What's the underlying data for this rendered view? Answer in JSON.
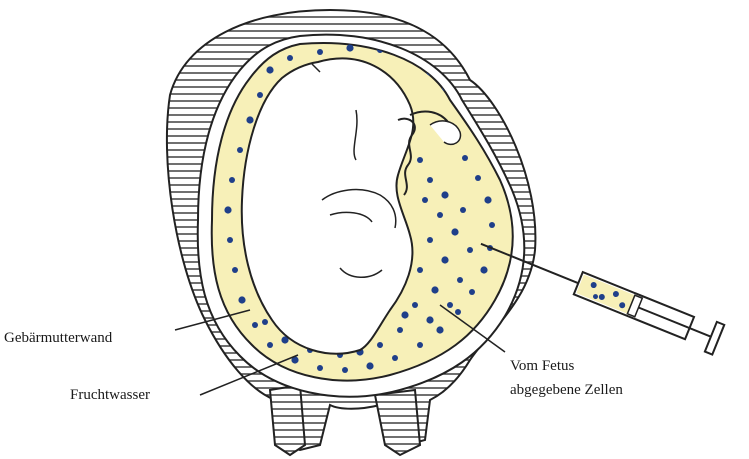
{
  "labels": {
    "uterine_wall": "Gebärmutterwand",
    "amniotic_fluid": "Fruchtwasser",
    "fetal_cells_line1": "Vom Fetus",
    "fetal_cells_line2": "abgegebene Zellen"
  },
  "colors": {
    "fluid": "#f7f0b8",
    "cells": "#1f3f8a",
    "ink": "#222222"
  }
}
